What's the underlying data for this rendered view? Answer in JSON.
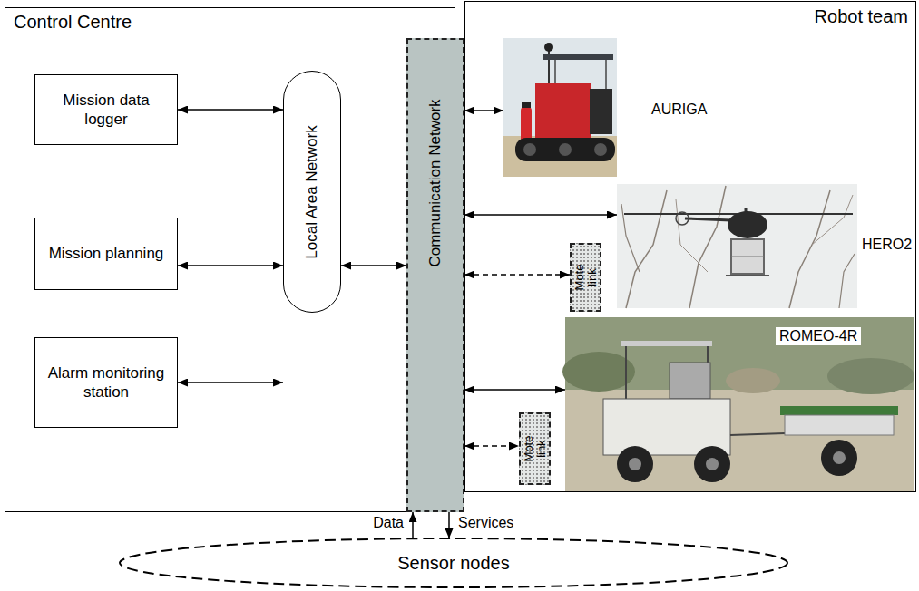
{
  "diagram": {
    "nodes": [
      {
        "text": [
          "Control Centre"
        ]
      },
      {
        "text": [
          "Mission data logger"
        ],
        "in": 0
      },
      {
        "text": [
          "Mission planning"
        ],
        "in": 0
      },
      {
        "text": [
          "Alarm monitoring station"
        ],
        "in": 0
      },
      {
        "text": [
          "Local Area Network"
        ],
        "in": 0
      },
      {
        "text": [
          "Communication Network"
        ]
      },
      {
        "text": [
          "Robot team"
        ]
      },
      {
        "text": [
          "AURIGA"
        ],
        "in": 6
      },
      {
        "text": [
          "HERO2"
        ],
        "in": 6
      },
      {
        "text": [
          "Mote link"
        ],
        "in": 6
      },
      {
        "text": [
          "ROMEO-4R"
        ],
        "in": 6
      },
      {
        "text": [
          "Mote link"
        ],
        "in": 6
      },
      {
        "text": [
          "Sensor nodes"
        ]
      }
    ],
    "edges": [
      {
        "from": 1,
        "to": 4,
        "arrow": "both"
      },
      {
        "from": 2,
        "to": 4,
        "arrow": "both"
      },
      {
        "from": 3,
        "to": 4,
        "arrow": "both"
      },
      {
        "from": 4,
        "to": 5,
        "arrow": "both"
      },
      {
        "from": 5,
        "to": 7,
        "arrow": "both"
      },
      {
        "from": 5,
        "to": 8,
        "arrow": "both"
      },
      {
        "from": 5,
        "to": 9,
        "arrow": "both"
      },
      {
        "from": 5,
        "to": 10,
        "arrow": "both"
      },
      {
        "from": 5,
        "to": 11,
        "arrow": "both"
      },
      {
        "from": 12,
        "to": 5,
        "label": "Data",
        "arrow": "to"
      },
      {
        "from": 5,
        "to": 12,
        "label": "Services",
        "arrow": "to"
      }
    ]
  }
}
